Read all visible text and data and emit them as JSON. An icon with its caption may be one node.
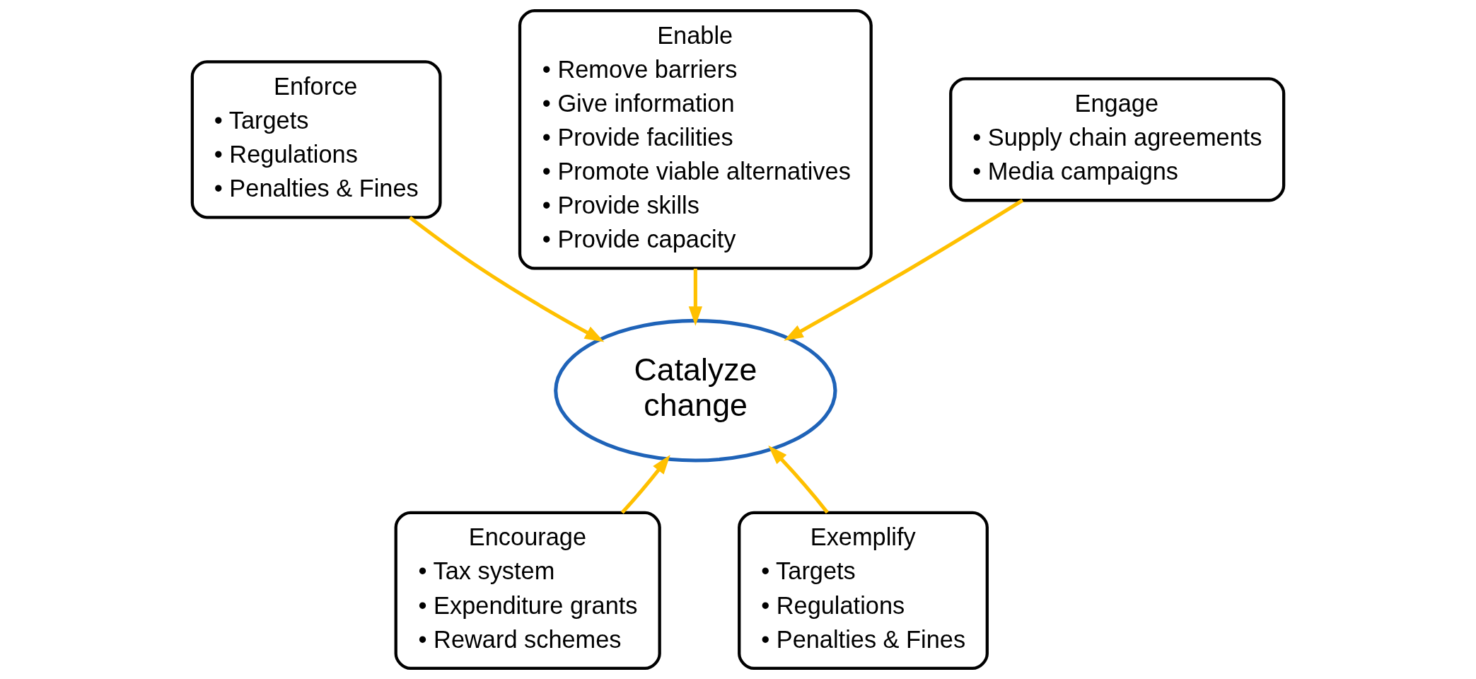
{
  "diagram": {
    "nodes": [
      {
        "text": [
          "Enable",
          "• Remove barriers",
          "• Give information",
          "• Provide facilities",
          "• Promote viable alternatives",
          "• Provide skills",
          "• Provide capacity"
        ]
      },
      {
        "text": [
          "Enforce",
          "• Targets",
          "• Regulations",
          "• Penalties & Fines"
        ]
      },
      {
        "text": [
          "Engage",
          "• Supply chain agreements",
          "• Media campaigns"
        ]
      },
      {
        "text": [
          "Catalyze change"
        ]
      },
      {
        "text": [
          "Encourage",
          "• Tax system",
          "• Expenditure grants",
          "• Reward schemes"
        ]
      },
      {
        "text": [
          "Exemplify",
          "• Targets",
          "• Regulations",
          "• Penalties & Fines"
        ]
      }
    ],
    "edges": [
      {
        "from": 1,
        "to": 3,
        "arrow": "to"
      },
      {
        "from": 0,
        "to": 3,
        "arrow": "to"
      },
      {
        "from": 2,
        "to": 3,
        "arrow": "to"
      },
      {
        "from": 4,
        "to": 3,
        "arrow": "to"
      },
      {
        "from": 5,
        "to": 3,
        "arrow": "to"
      }
    ]
  }
}
